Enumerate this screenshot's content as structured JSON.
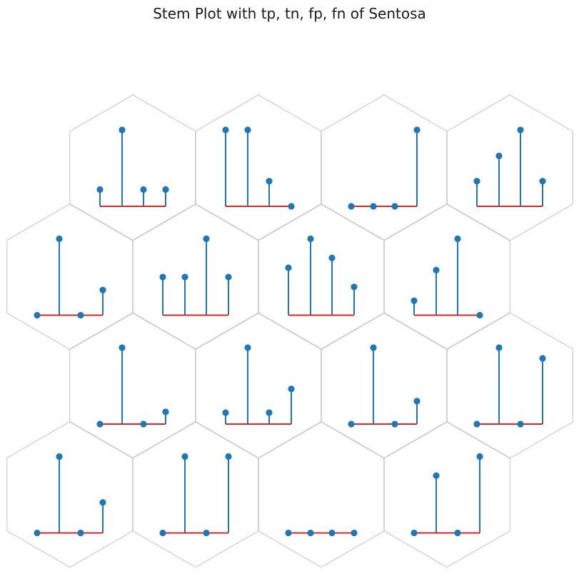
{
  "title": "Stem Plot with tp, tn, fp, fn of Sentosa",
  "colors": {
    "stem": "#1f77b4",
    "marker": "#1f77b4",
    "baseline": "#d62728",
    "hexagon": "#cccccc",
    "background": "#ffffff"
  },
  "chart_data": {
    "type": "stem",
    "title": "Stem Plot with tp, tn, fp, fn of Sentosa",
    "layout": "hexagonal grid, 4 rows x 4 columns",
    "axes_visible": false,
    "grid": false,
    "ylim": [
      0,
      1
    ],
    "x": [
      0,
      1,
      2,
      3
    ],
    "panels": [
      {
        "row": 0,
        "col": 0,
        "values": [
          0.22,
          1.0,
          0.22,
          0.22
        ]
      },
      {
        "row": 0,
        "col": 1,
        "values": [
          1.0,
          1.0,
          0.33,
          0.0
        ]
      },
      {
        "row": 0,
        "col": 2,
        "values": [
          0.0,
          0.0,
          0.0,
          1.0
        ]
      },
      {
        "row": 0,
        "col": 3,
        "values": [
          0.33,
          0.66,
          1.0,
          0.33
        ]
      },
      {
        "row": 1,
        "col": 0,
        "values": [
          0.0,
          1.0,
          0.0,
          0.33
        ]
      },
      {
        "row": 1,
        "col": 1,
        "values": [
          0.5,
          0.5,
          1.0,
          0.5
        ]
      },
      {
        "row": 1,
        "col": 2,
        "values": [
          0.62,
          1.0,
          0.75,
          0.37
        ]
      },
      {
        "row": 1,
        "col": 3,
        "values": [
          0.19,
          0.59,
          1.0,
          0.0
        ]
      },
      {
        "row": 2,
        "col": 0,
        "values": [
          0.0,
          1.0,
          0.0,
          0.16
        ]
      },
      {
        "row": 2,
        "col": 1,
        "values": [
          0.15,
          1.0,
          0.15,
          0.46
        ]
      },
      {
        "row": 2,
        "col": 2,
        "values": [
          0.0,
          1.0,
          0.0,
          0.3
        ]
      },
      {
        "row": 2,
        "col": 3,
        "values": [
          0.0,
          1.0,
          0.0,
          0.86
        ]
      },
      {
        "row": 3,
        "col": 0,
        "values": [
          0.0,
          1.0,
          0.0,
          0.4
        ]
      },
      {
        "row": 3,
        "col": 1,
        "values": [
          0.0,
          1.0,
          0.0,
          1.0
        ]
      },
      {
        "row": 3,
        "col": 2,
        "values": [
          0.0,
          0.0,
          0.0,
          0.0
        ]
      },
      {
        "row": 3,
        "col": 3,
        "values": [
          0.0,
          0.75,
          0.0,
          1.0
        ]
      }
    ]
  }
}
